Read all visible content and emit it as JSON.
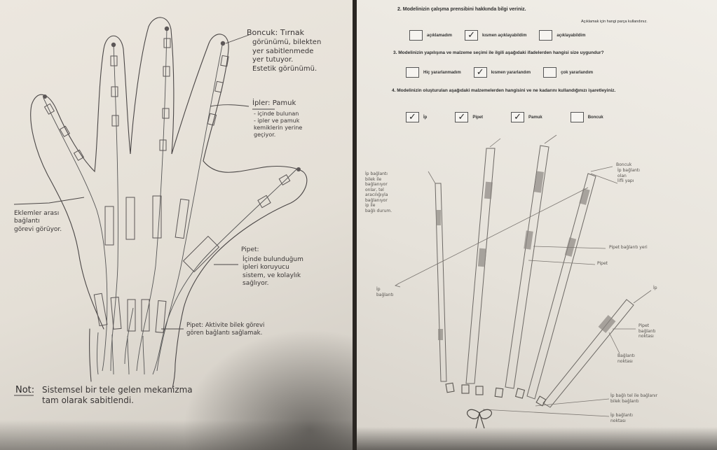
{
  "left_page": {
    "annotations": {
      "fingertip_title": "Boncuk: Tırnak",
      "fingertip_text": "görünümü, bilekten\nyer sabitlenmede\nyer tutuyor.\nEstetik görünümü.",
      "cord_title": "İpler: Pamuk",
      "cord_text": "- içinde bulunan\n- ipler ve pamuk\nkemiklerin yerine\ngeçiyor.",
      "left_side_text": "Eklemler arası\nbağlantı\ngörevi görüyor.",
      "thumb_title": "Pipet:",
      "thumb_text": "İçinde bulunduğum\nipleri koruyucu\nsistem, ve kolaylık\nsağlıyor.",
      "wrist_text": "Pipet: Aktivite bilek görevi\ngören bağlantı sağlamak.",
      "note_label": "Not:",
      "note_text": "Sistemsel bir tele gelen mekanizma\ntam olarak sabitlendi."
    }
  },
  "right_page": {
    "questions": [
      {
        "number": "2.",
        "text": "Modelinizin çalışma prensibini hakkında bilgi veriniz.",
        "subtext": "Açıklamak için hangi parça kullandınız."
      },
      {
        "number": "3.",
        "text": "Modelinizin yapılışına ve malzeme seçimi ile ilgili aşağıdaki ifadelerden hangisi size uygundur?"
      },
      {
        "number": "4.",
        "text": "Modelinizin oluşturulan aşağıdaki malzemelerden hangisini ve ne kadarını kullandığınızı işaretleyiniz."
      }
    ],
    "checkbox_rows": [
      {
        "items": [
          {
            "label": "açıklamadım",
            "checked": false
          },
          {
            "label": "kısmen açıklayabildim",
            "checked": true
          },
          {
            "label": "açıklayabildim",
            "checked": false
          }
        ]
      },
      {
        "items": [
          {
            "label": "Hiç yararlanmadım",
            "checked": false
          },
          {
            "label": "kısmen yararlandım",
            "checked": true
          },
          {
            "label": "çok yararlandım",
            "checked": false
          }
        ]
      },
      {
        "items": [
          {
            "label": "İp",
            "checked": true
          },
          {
            "label": "Pipet",
            "checked": true
          },
          {
            "label": "Pamuk",
            "checked": true
          },
          {
            "label": "Boncuk",
            "checked": false
          }
        ]
      }
    ],
    "annotations": {
      "upper_left": "İp bağlantı\nbilek ile\nbağlanıyor\nonlar, tel\naracılığıyla\nbağlanıyor\nip ile\nbağlı durum.",
      "finger_note": "İp bağlantı\nolan\nlifli yapı",
      "tip_label": "Boncuk",
      "mid_label": "Pipet bağlantı yeri",
      "lower_mid": "Pipet",
      "far_left_label": "İp\nbağlantı",
      "thumb_right": "Pipet\nbağlantı\nnoktası",
      "thumb_small": "İp",
      "bottom_note": "Bağlantı\nnoktası",
      "bottom_right": "İp bağlı tel ile bağlanır\nbilek bağlantı",
      "knot_label": "İp bağlantı\nnoktası"
    }
  }
}
